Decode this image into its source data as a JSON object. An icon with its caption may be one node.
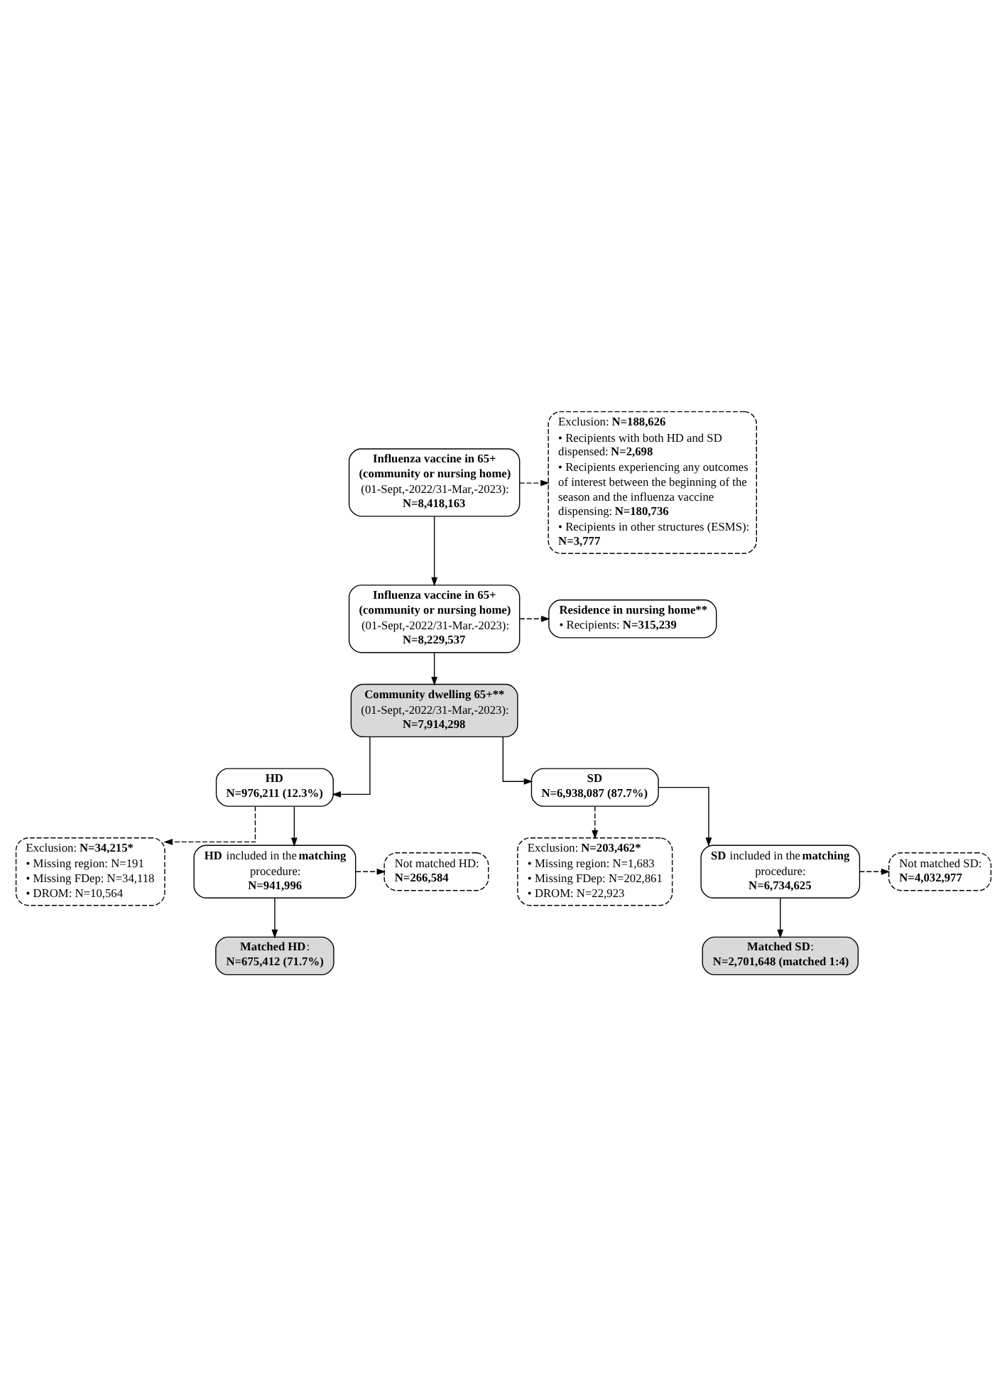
{
  "diagram": {
    "nodes": [
      {
        "text": [
          "**Influenza vaccine in 65+ (community or nursing home)**",
          "(01-Sept,-2022/31-Mar,-2023):",
          "**N=8,418,163**"
        ]
      },
      {
        "text": [
          "Exclusion: **N=188,626**",
          "• Recipients with both HD and SD dispensed: **N=2,698**",
          "• Recipients experiencing any outcomes of interest between the beginning of the season and the influenza vaccine dispensing: **N=180,736**",
          "• Recipients in other structures (ESMS): **N=3,777**"
        ]
      },
      {
        "text": [
          "**Influenza vaccine in 65+ (community or nursing home)**",
          "(01-Sept,-2022/31-Mar.-2023):",
          "**N=8,229,537**"
        ]
      },
      {
        "text": [
          "**Residence in nursing home****",
          "• Recipients: **N=315,239**"
        ]
      },
      {
        "text": [
          "**Community dwelling 65+****",
          "(01-Sept,-2022/31-Mar,-2023):",
          "**N=7,914,298**"
        ]
      },
      {
        "text": [
          "**HD**",
          "**N=976,211 (12.3%)**"
        ]
      },
      {
        "text": [
          "**SD**",
          "**N=6,938,087 (87.7%)**"
        ]
      },
      {
        "text": [
          "Exclusion: **N=34,215***",
          "• Missing region: N=191",
          "• Missing FDep: N=34,118",
          "• DROM: N=10,564"
        ]
      },
      {
        "text": [
          "Exclusion: **N=203,462***",
          "• Missing region: N=1,683",
          "• Missing FDep: N=202,861",
          "• DROM: N=22,923"
        ]
      },
      {
        "text": [
          "**HD** included in the **matching** procedure:",
          "**N=941,996**"
        ]
      },
      {
        "text": [
          "**SD** included in the **matching** procedure:",
          "**N=6,734,625**"
        ]
      },
      {
        "text": [
          "Not matched HD:",
          "**N=266,584**"
        ]
      },
      {
        "text": [
          "Not matched SD:",
          "**N=4,032,977**"
        ]
      },
      {
        "text": [
          "**Matched HD**:",
          "**N=675,412 (71.7%)**"
        ]
      },
      {
        "text": [
          "**Matched SD**:",
          "**N=2,701,648 (matched 1:4)**"
        ]
      }
    ],
    "edges": [
      {
        "from": 0,
        "to": 2,
        "arrow": "to"
      },
      {
        "from": 0,
        "to": 1,
        "arrow": "to",
        "style": "dashed"
      },
      {
        "from": 2,
        "to": 4,
        "arrow": "to"
      },
      {
        "from": 2,
        "to": 3,
        "arrow": "to",
        "style": "dashed"
      },
      {
        "from": 4,
        "to": 5,
        "arrow": "to"
      },
      {
        "from": 4,
        "to": 6,
        "arrow": "to"
      },
      {
        "from": 5,
        "to": 9,
        "arrow": "to"
      },
      {
        "from": 5,
        "to": 7,
        "arrow": "to",
        "style": "dashed"
      },
      {
        "from": 6,
        "to": 10,
        "arrow": "to"
      },
      {
        "from": 6,
        "to": 8,
        "arrow": "to",
        "style": "dashed"
      },
      {
        "from": 9,
        "to": 13,
        "arrow": "to"
      },
      {
        "from": 9,
        "to": 11,
        "arrow": "to",
        "style": "dashed"
      },
      {
        "from": 10,
        "to": 14,
        "arrow": "to"
      },
      {
        "from": 10,
        "to": 12,
        "arrow": "to",
        "style": "dashed"
      }
    ]
  }
}
